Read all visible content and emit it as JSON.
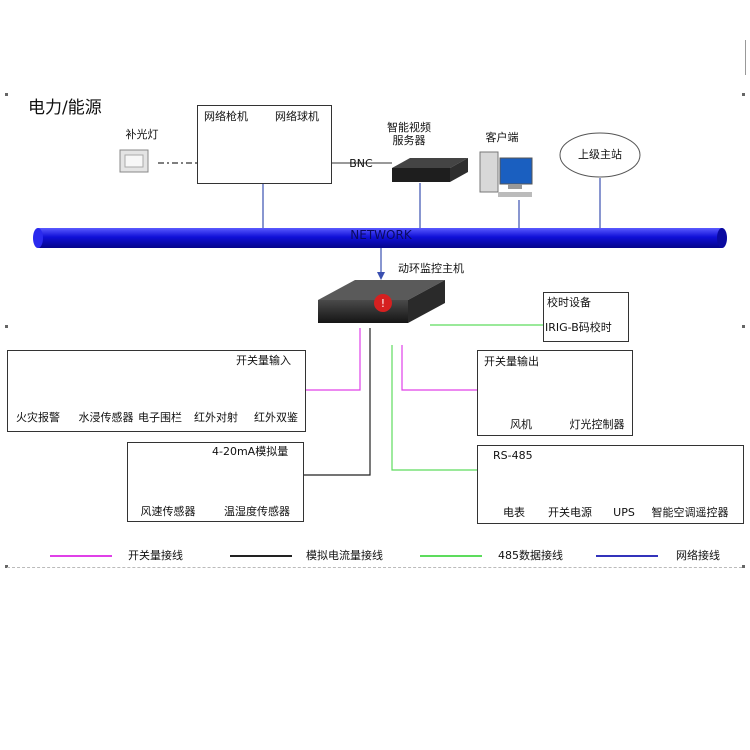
{
  "title": "电力/能源",
  "network": {
    "label": "NETWORK"
  },
  "devices": {
    "fill_light": "补光灯",
    "gun_camera": "网络枪机",
    "dome_camera": "网络球机",
    "bnc": "BNC",
    "video_server": "智能视频\n服务器",
    "client": "客户端",
    "upper_station": "上级主站",
    "host": "动环监控主机"
  },
  "time_sync": {
    "title": "校时设备",
    "irig": "IRIG-B码校时"
  },
  "switch_input": {
    "title": "开关量输入",
    "items": [
      "火灾报警",
      "水浸传感器",
      "电子围栏",
      "红外对射",
      "红外双鉴"
    ]
  },
  "switch_output": {
    "title": "开关量输出",
    "items": [
      "风机",
      "灯光控制器"
    ]
  },
  "analog": {
    "title": "4-20mA模拟量",
    "items": [
      "风速传感器",
      "温湿度传感器"
    ]
  },
  "rs485": {
    "title": "RS-485",
    "items": [
      "电表",
      "开关电源",
      "UPS",
      "智能空调遥控器"
    ]
  },
  "legend": [
    {
      "label": "开关量接线",
      "color": "#e040e8"
    },
    {
      "label": "模拟电流量接线",
      "color": "#222222"
    },
    {
      "label": "485数据接线",
      "color": "#5ddc5d"
    },
    {
      "label": "网络接线",
      "color": "#3333bb"
    }
  ],
  "colors": {
    "bus": "#1a1acc",
    "net_line": "#3a4fb0",
    "switch_line": "#e040e8",
    "analog_line": "#222222",
    "rs485_line": "#5ddc5d"
  }
}
